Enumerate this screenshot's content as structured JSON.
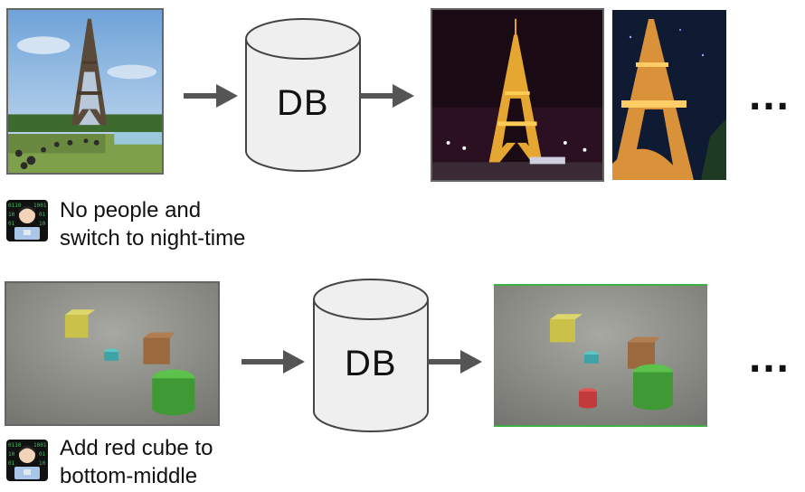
{
  "rows": [
    {
      "db_label": "DB",
      "caption_lines": [
        "No people and",
        "switch to night-time"
      ],
      "ellipsis": "…"
    },
    {
      "db_label": "DB",
      "caption_lines": [
        "Add red cube to",
        "bottom-middle"
      ],
      "ellipsis": "…"
    }
  ],
  "colors": {
    "arrow": "#555555",
    "db_fill": "#efefef",
    "db_stroke": "#444444",
    "result_border_row2": "#3cb043",
    "photo_border": "#666666"
  }
}
